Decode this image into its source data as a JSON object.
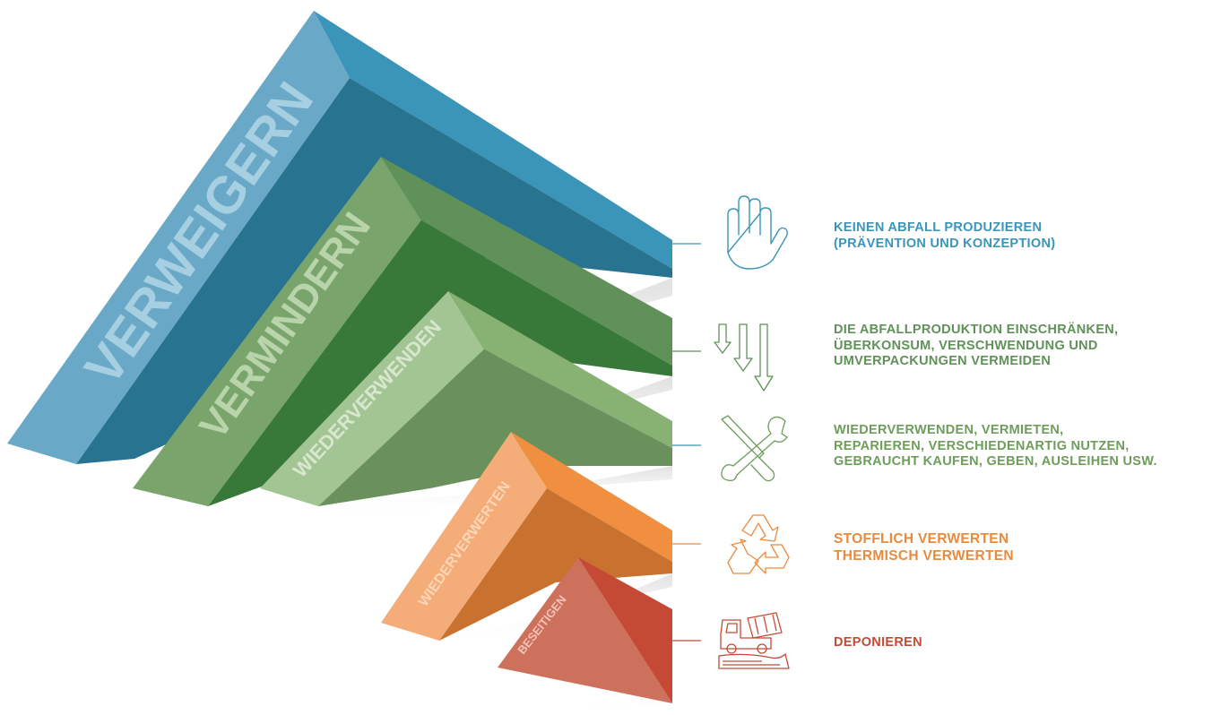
{
  "colors": {
    "verweigern": "#3b93b5",
    "vermindern": "#5e9559",
    "wiederverwenden": "#6e9d5b",
    "wiederverwerten": "#ea8a3b",
    "beseitigen": "#c54b37"
  },
  "levels": [
    {
      "id": "verweigern",
      "band_label": "VERWEIGERN",
      "icon": "hand-icon",
      "lines": [
        "KEINEN ABFALL PRODUZIEREN",
        "(PRÄVENTION UND KONZEPTION)"
      ]
    },
    {
      "id": "vermindern",
      "band_label": "VERMINDERN",
      "icon": "down-arrows-icon",
      "lines": [
        "DIE ABFALLPRODUKTION EINSCHRÄNKEN,",
        "ÜBERKONSUM, VERSCHWENDUNG UND",
        "UMVERPACKUNGEN VERMEIDEN"
      ]
    },
    {
      "id": "wiederverwenden",
      "band_label": "WIEDERVERWENDEN",
      "icon": "tools-icon",
      "lines": [
        "WIEDERVERWENDEN, VERMIETEN,",
        "REPARIEREN, VERSCHIEDENARTIG NUTZEN,",
        "GEBRAUCHT KAUFEN, GEBEN, AUSLEIHEN USW."
      ]
    },
    {
      "id": "wiederverwerten",
      "band_label": "WIEDERVERWERTEN",
      "icon": "recycle-icon",
      "lines": [
        "STOFFLICH VERWERTEN",
        "THERMISCH VERWERTEN"
      ]
    },
    {
      "id": "beseitigen",
      "band_label": "BESEITIGEN",
      "icon": "dump-truck-icon",
      "lines": [
        "DEPONIEREN"
      ]
    }
  ]
}
